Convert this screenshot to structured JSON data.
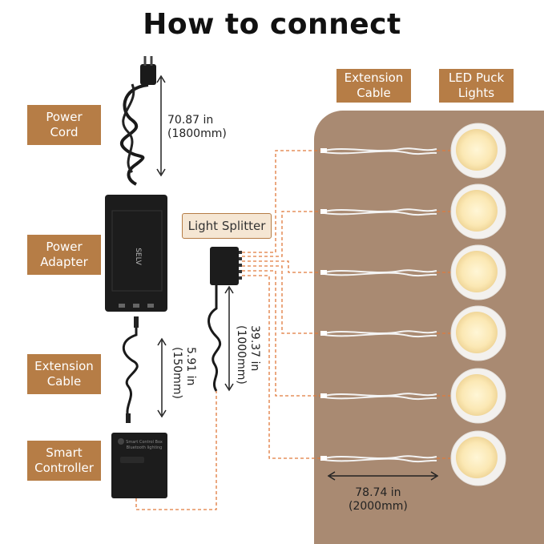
{
  "title": "How to connect",
  "labels": {
    "power_cord": "Power\nCord",
    "power_adapter": "Power\nAdapter",
    "extension_cable_left": "Extension\nCable",
    "smart_controller": "Smart\nController",
    "light_splitter": "Light Splitter",
    "extension_cable_top": "Extension\nCable",
    "led_puck_lights": "LED Puck\nLights"
  },
  "dimensions": {
    "power_cord_length": "70.87 in\n(1800mm)",
    "extension_short_length": "5.91 in\n(150mm)",
    "splitter_length": "39.37 in\n(1000mm)",
    "extension_long_length": "78.74 in\n(2000mm)"
  },
  "adapter_text": {
    "brand": "SELV"
  },
  "controller_text": {
    "line1": "Smart Control Box",
    "line2": "Bluetooth lighting"
  },
  "colors": {
    "label_bg": "#b67d46",
    "panel_bg": "#a98a72",
    "dashed_line": "#e07a3c"
  },
  "puck_count": 6
}
